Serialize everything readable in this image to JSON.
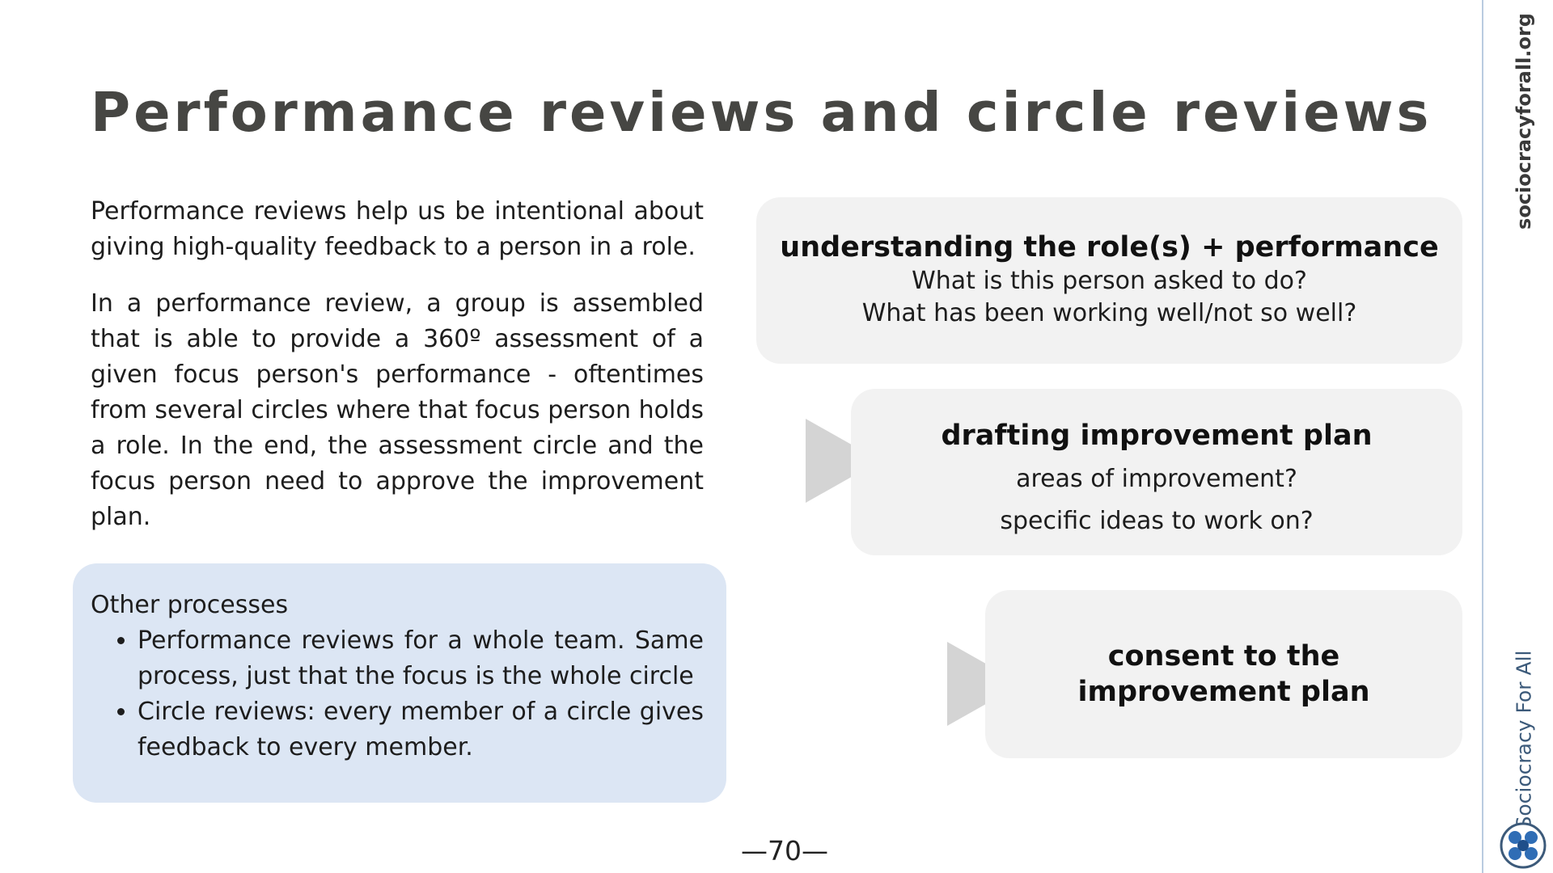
{
  "slide": {
    "title": "Performance reviews and circle reviews",
    "intro_paragraphs": [
      "Performance reviews help us be intentional about giving high-quality feedback to a person in a role.",
      "In a performance review, a group is assembled that is able to provide a 360º assessment of a given focus person's performance - oftentimes from several circles where that focus person holds a role. In the end, the assessment circle and the focus person need to approve the improvement plan."
    ],
    "other_processes": {
      "heading": "Other processes",
      "items": [
        "Performance reviews for a whole team. Same process, just that the focus is the whole circle",
        "Circle reviews: every member of a circle gives feedback to every member."
      ]
    },
    "steps": [
      {
        "heading": "understanding the role(s) + performance",
        "lines": [
          "What is this person asked to do?",
          "What has been working well/not so well?"
        ]
      },
      {
        "heading": "drafting improvement plan",
        "lines": [
          "areas of improvement?",
          "specific ideas to work on?"
        ]
      },
      {
        "heading_lines": [
          "consent to the",
          "improvement plan"
        ]
      }
    ],
    "page_number": "—70—",
    "sidebar": {
      "url": "sociocracyforall.org",
      "brand": "Sociocracy For All"
    },
    "colors": {
      "title": "#464643",
      "info_box": "#dce6f4",
      "step_box": "#f2f2f2",
      "arrow": "#d4d4d4",
      "brand_blue": "#3c5a7a",
      "side_rule": "#b9cbe0"
    }
  }
}
